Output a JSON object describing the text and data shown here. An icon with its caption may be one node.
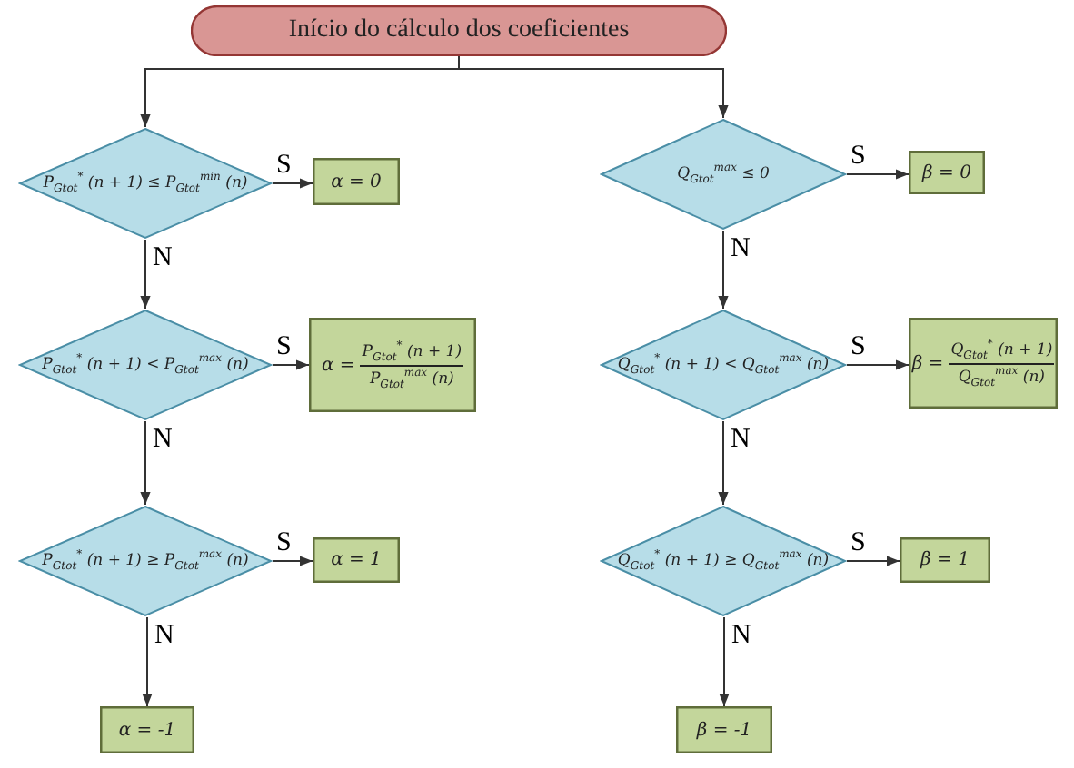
{
  "diagram": {
    "nodes": [
      {
        "text": [
          "Início do cálculo dos coeficientes"
        ]
      },
      {
        "text": [
          "P$_{Gtot}$$^{*}$ (n + 1) ≤ P$_{Gtot}$$^{min}$ (n)"
        ]
      },
      {
        "text": [
          "α = 0"
        ]
      },
      {
        "text": [
          "P$_{Gtot}$$^{*}$ (n + 1) < P$_{Gtot}$$^{max}$ (n)"
        ]
      },
      {
        "text": [
          "α =",
          "P$_{Gtot}$$^{*}$ (n + 1)",
          "P$_{Gtot}$$^{max}$ (n)"
        ]
      },
      {
        "text": [
          "P$_{Gtot}$$^{*}$ (n + 1) ≥ P$_{Gtot}$$^{max}$ (n)"
        ]
      },
      {
        "text": [
          "α = 1"
        ]
      },
      {
        "text": [
          "α = -1"
        ]
      },
      {
        "text": [
          "Q$_{Gtot}$$^{max}$ ≤ 0"
        ]
      },
      {
        "text": [
          "β = 0"
        ]
      },
      {
        "text": [
          "Q$_{Gtot}$$^{*}$ (n + 1) < Q$_{Gtot}$$^{max}$ (n)"
        ]
      },
      {
        "text": [
          "β =",
          "Q$_{Gtot}$$^{*}$ (n + 1)",
          "Q$_{Gtot}$$^{max}$ (n)"
        ]
      },
      {
        "text": [
          "Q$_{Gtot}$$^{*}$ (n + 1) ≥ Q$_{Gtot}$$^{max}$ (n)"
        ]
      },
      {
        "text": [
          "β = 1"
        ]
      },
      {
        "text": [
          "β = -1"
        ]
      }
    ],
    "edges": [
      {
        "from": 0,
        "to": 1,
        "arrow": "to"
      },
      {
        "from": 0,
        "to": 8,
        "arrow": "to"
      },
      {
        "from": 1,
        "to": 2,
        "arrow": "to",
        "label": "S"
      },
      {
        "from": 1,
        "to": 3,
        "arrow": "to",
        "label": "N"
      },
      {
        "from": 3,
        "to": 4,
        "arrow": "to",
        "label": "S"
      },
      {
        "from": 3,
        "to": 5,
        "arrow": "to",
        "label": "N"
      },
      {
        "from": 5,
        "to": 6,
        "arrow": "to",
        "label": "S"
      },
      {
        "from": 5,
        "to": 7,
        "arrow": "to",
        "label": "N"
      },
      {
        "from": 8,
        "to": 9,
        "arrow": "to",
        "label": "S"
      },
      {
        "from": 8,
        "to": 10,
        "arrow": "to",
        "label": "N"
      },
      {
        "from": 10,
        "to": 11,
        "arrow": "to",
        "label": "S"
      },
      {
        "from": 10,
        "to": 12,
        "arrow": "to",
        "label": "N"
      },
      {
        "from": 12,
        "to": 13,
        "arrow": "to",
        "label": "S"
      },
      {
        "from": 12,
        "to": 14,
        "arrow": "to",
        "label": "N"
      }
    ]
  }
}
